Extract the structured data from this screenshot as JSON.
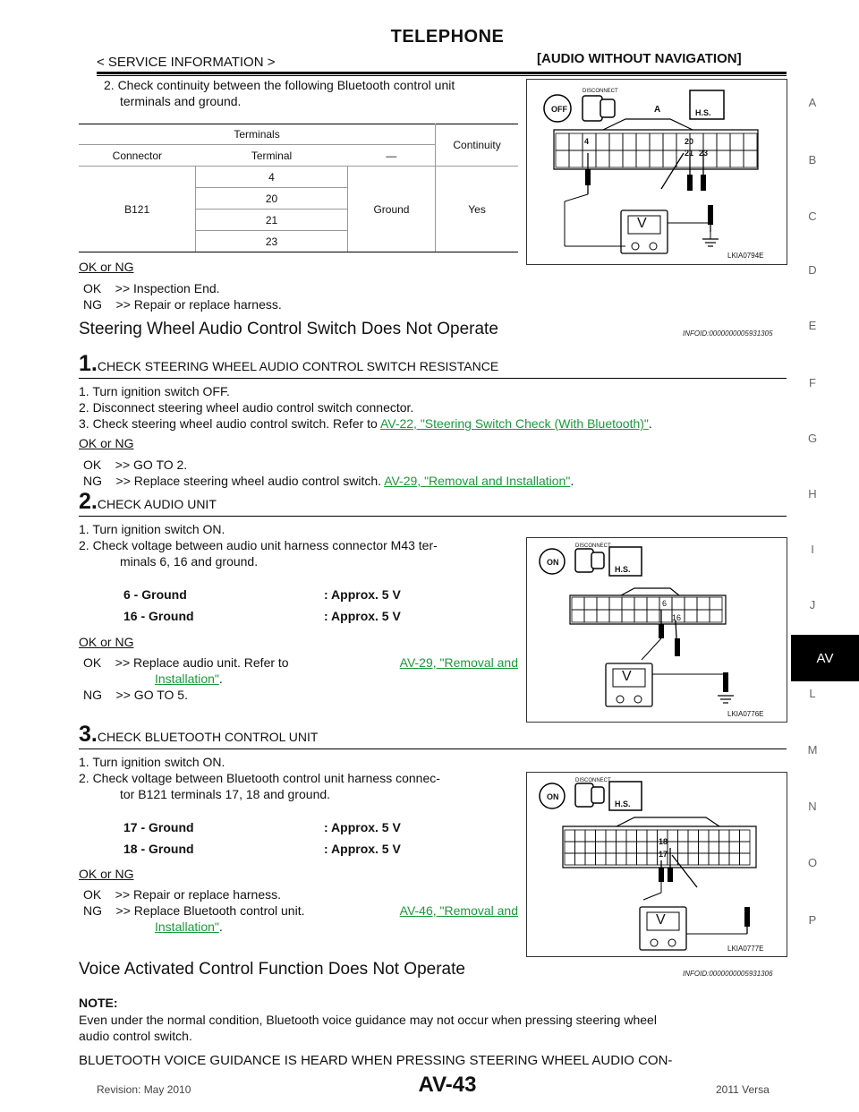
{
  "header": {
    "title": "TELEPHONE",
    "service_info": "< SERVICE INFORMATION >",
    "section": "[AUDIO WITHOUT NAVIGATION]"
  },
  "side_index": [
    "A",
    "B",
    "C",
    "D",
    "E",
    "F",
    "G",
    "H",
    "I",
    "J",
    "AV",
    "L",
    "M",
    "N",
    "O",
    "P"
  ],
  "side_active": "AV",
  "intro": {
    "step_text_1": "2. Check continuity between the following Bluetooth control unit",
    "step_text_2": "terminals and ground.",
    "table": {
      "group_header": "Terminals",
      "continuity_header": "Continuity",
      "col_connector": "Connector",
      "col_terminal": "Terminal",
      "col_dash": "—",
      "connector": "B121",
      "terminals": [
        "4",
        "20",
        "21",
        "23"
      ],
      "ground": "Ground",
      "continuity": "Yes"
    },
    "ok_ng": "OK or NG",
    "ok": "OK    >> Inspection End.",
    "ng": "NG    >> Repair or replace harness.",
    "fig": {
      "disconnect": "DISCONNECT",
      "off": "OFF",
      "hs": "H.S.",
      "connector_label": "A",
      "pins": [
        "4",
        "20",
        "21",
        "23"
      ],
      "meter": "V",
      "code": "LKIA0794E"
    }
  },
  "section1": {
    "heading": "Steering Wheel Audio Control Switch Does Not Operate",
    "infoid": "INFOID:0000000005931305"
  },
  "step1": {
    "num": "1.",
    "title": "CHECK STEERING WHEEL AUDIO CONTROL SWITCH RESISTANCE",
    "line1": "1. Turn ignition switch OFF.",
    "line2": "2. Disconnect steering wheel audio control switch connector.",
    "line3_pre": "3. Check steering wheel audio control switch. Refer to ",
    "line3_link": "AV-22, \"Steering Switch Check (With Bluetooth)\"",
    "line3_post": ".",
    "ok_ng": "OK or NG",
    "ok": "OK    >> GO TO 2.",
    "ng_pre": "NG    >> Replace steering wheel audio control switch. ",
    "ng_link": "AV-29, \"Removal and Installation\"",
    "ng_post": "."
  },
  "step2": {
    "num": "2.",
    "title": "CHECK AUDIO UNIT",
    "line1": "1. Turn ignition switch ON.",
    "line2a": "2. Check voltage between audio unit harness connector M43 ter-",
    "line2b": "minals 6, 16 and ground.",
    "v1_label": "6 - Ground",
    "v1_value": ": Approx. 5 V",
    "v2_label": "16 - Ground",
    "v2_value": ": Approx. 5 V",
    "ok_ng": "OK or NG",
    "ok_pre": "OK    >> Replace audio unit. Refer to ",
    "ok_link1": "AV-29, \"Removal and",
    "ok_link2": "Installation\"",
    "ok_post": ".",
    "ng": "NG    >> GO TO 5.",
    "fig": {
      "disconnect": "DISCONNECT",
      "on": "ON",
      "hs": "H.S.",
      "pins": [
        "6",
        "16"
      ],
      "meter": "V",
      "code": "LKIA0776E"
    }
  },
  "step3": {
    "num": "3.",
    "title": "CHECK BLUETOOTH CONTROL UNIT",
    "line1": "1. Turn ignition switch ON.",
    "line2a": "2. Check voltage between Bluetooth control unit harness connec-",
    "line2b": "tor B121 terminals 17, 18 and ground.",
    "v1_label": "17 - Ground",
    "v1_value": ": Approx. 5 V",
    "v2_label": "18 - Ground",
    "v2_value": ": Approx. 5 V",
    "ok_ng": "OK or NG",
    "ok": "OK    >> Repair or replace harness.",
    "ng_pre": "NG    >> Replace Bluetooth control unit. ",
    "ng_link1": "AV-46, \"Removal and",
    "ng_link2": "Installation\"",
    "ng_post": ".",
    "fig": {
      "disconnect": "DISCONNECT",
      "on": "ON",
      "hs": "H.S.",
      "pins": [
        "18",
        "17"
      ],
      "meter": "V",
      "code": "LKIA0777E"
    }
  },
  "section2": {
    "heading": "Voice Activated Control Function Does Not Operate",
    "infoid": "INFOID:0000000005931306",
    "note_label": "NOTE:",
    "note_1": "Even under the normal condition, Bluetooth voice guidance may not occur when pressing steering wheel",
    "note_2": "audio control switch.",
    "last_line": "BLUETOOTH VOICE GUIDANCE IS HEARD WHEN PRESSING STEERING WHEEL AUDIO CON-"
  },
  "footer": {
    "revision": "Revision: May 2010",
    "page": "AV-43",
    "model": "2011 Versa"
  }
}
